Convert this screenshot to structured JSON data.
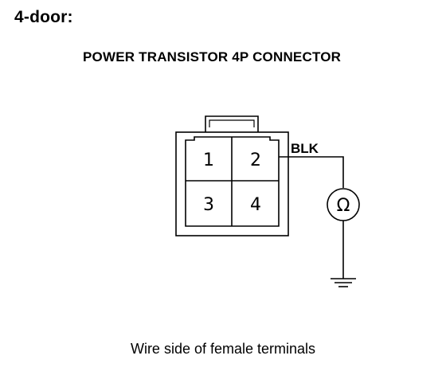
{
  "heading": "4-door:",
  "connector_title": "POWER TRANSISTOR 4P CONNECTOR",
  "terminals": [
    "1",
    "2",
    "3",
    "4"
  ],
  "wire_color": "BLK",
  "meter_symbol": "Ω",
  "caption": "Wire side of female terminals",
  "colors": {
    "ink": "#000000",
    "background": "#ffffff"
  }
}
